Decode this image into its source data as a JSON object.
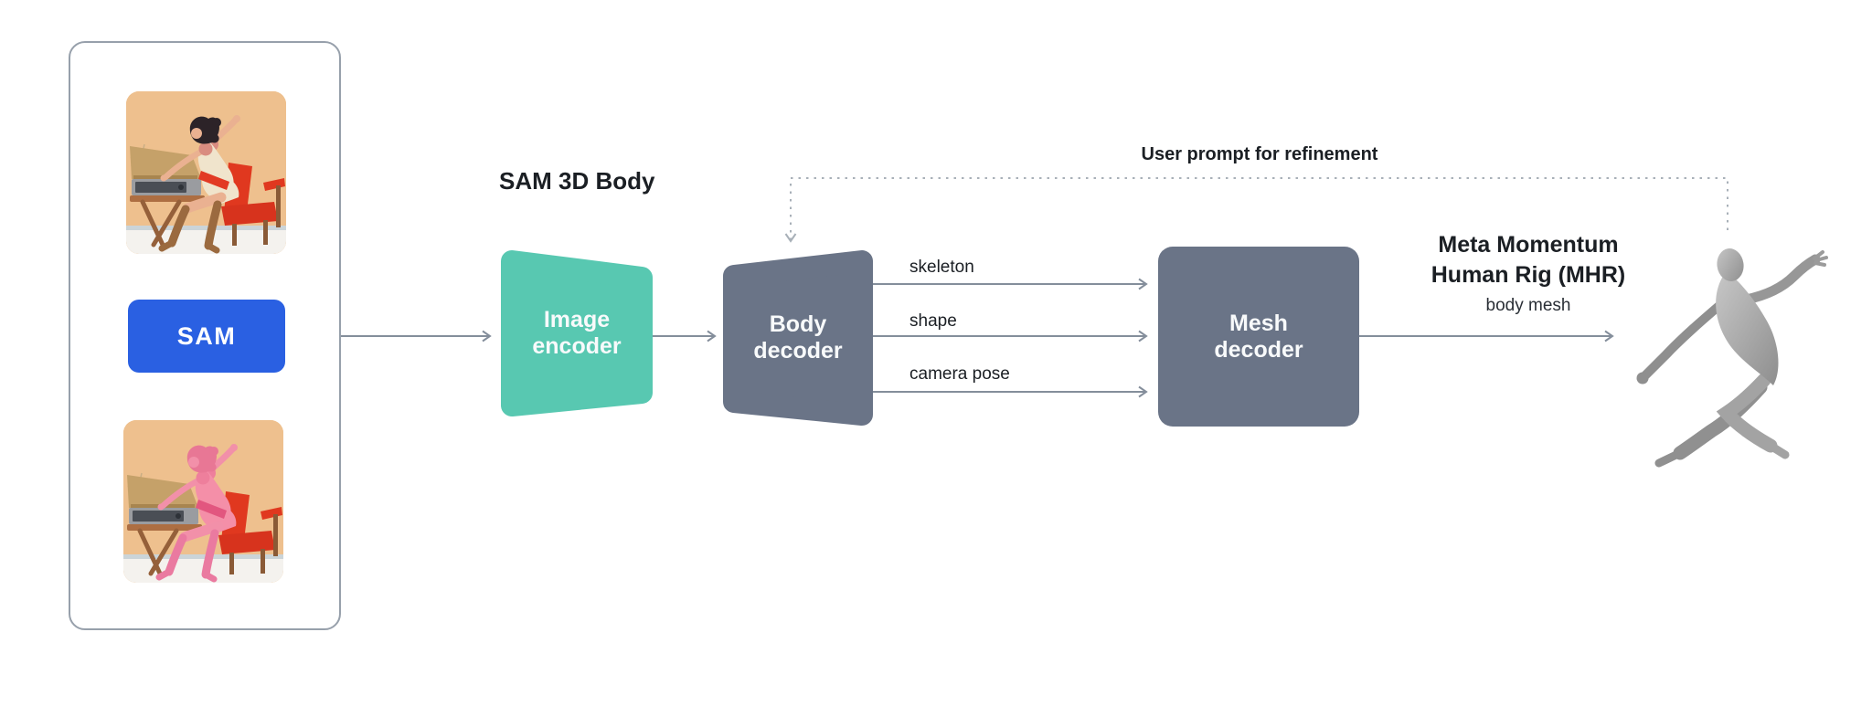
{
  "colors": {
    "teal": "#58C8B1",
    "slate": "#6A7487",
    "blue": "#2A60E2",
    "panel_bg": "#F2F3F5",
    "line_gray": "#848E9B",
    "dotted_gray": "#A8B0B8",
    "text_dark": "#1B1F24",
    "card_border": "#97A0AB"
  },
  "icons": {
    "step_connector": "chevron-down-icon"
  },
  "input_card": {
    "sam_label": "SAM"
  },
  "sam3d": {
    "title": "SAM 3D Body",
    "image_encoder_label": "Image encoder",
    "body_decoder_label": "Body decoder",
    "mesh_decoder_label": "Mesh decoder",
    "outputs": [
      "skeleton",
      "shape",
      "camera pose"
    ],
    "refinement_label": "User prompt for refinement"
  },
  "output": {
    "title_line1": "Meta Momentum",
    "title_line2": "Human Rig (MHR)",
    "subtitle": "body mesh"
  }
}
